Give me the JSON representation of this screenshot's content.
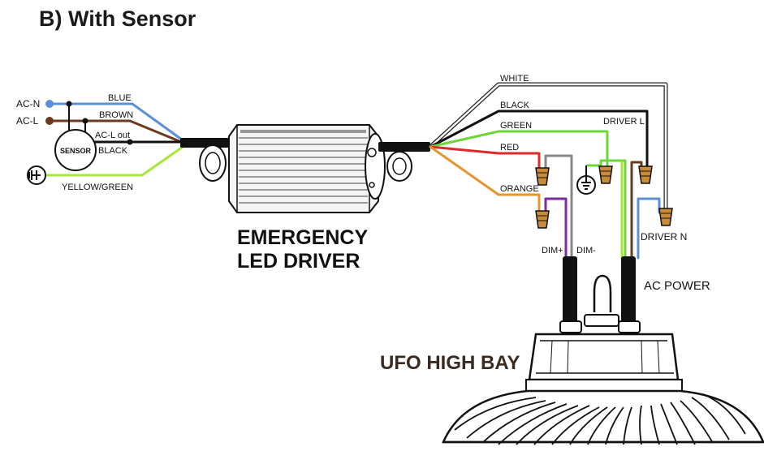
{
  "title": "B) With Sensor",
  "colors": {
    "blue": "#5b8fd6",
    "brown": "#6b3a1f",
    "black": "#111111",
    "yellow_green": "#a8e63a",
    "green": "#6fd63a",
    "red": "#e02a2a",
    "orange": "#e8942e",
    "grey": "#888888",
    "purple": "#7a2ca0",
    "white_wire": "#222222"
  },
  "left": {
    "ac_n": "AC-N",
    "ac_l": "AC-L",
    "blue": "BLUE",
    "brown": "BROWN",
    "ac_l_out": "AC-L out",
    "black": "BLACK",
    "sensor": "SENSOR",
    "yellow_green": "YELLOW/GREEN",
    "ground_icon": "ground-icon"
  },
  "driver": {
    "line1": "EMERGENCY",
    "line2": "LED  DRIVER"
  },
  "right": {
    "white": "WHITE",
    "black": "BLACK",
    "green": "GREEN",
    "red": "RED",
    "orange": "ORANGE",
    "driver_l": "DRIVER L",
    "driver_n": "DRIVER N",
    "dim_plus": "DIM+",
    "dim_minus": "DIM-",
    "ac_power": "AC POWER",
    "ground_icon": "earth-ground-icon"
  },
  "fixture": {
    "label": "UFO HIGH BAY"
  }
}
